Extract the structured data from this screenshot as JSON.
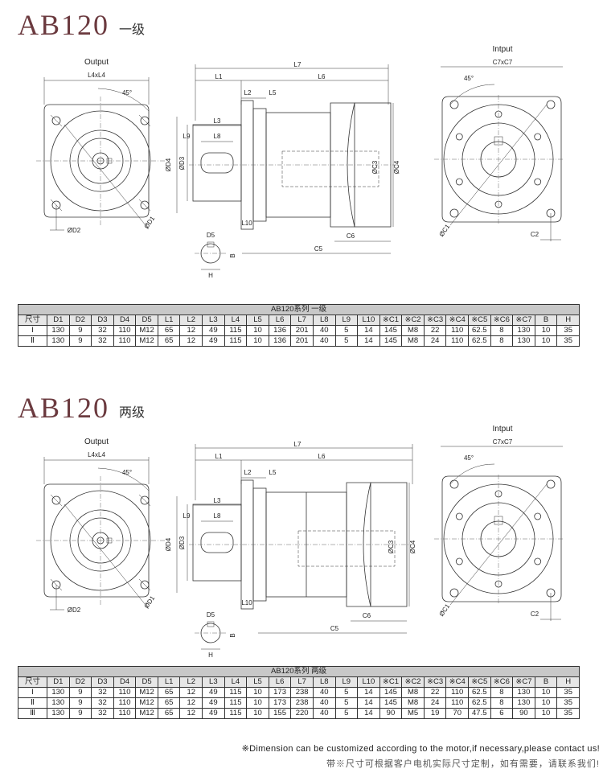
{
  "sections": [
    {
      "title": "AB120",
      "subtitle": "一级",
      "labels": {
        "output": "Output",
        "intput": "Intput",
        "l4xl4": "L4xL4",
        "c7xc7": "C7xC7",
        "angle": "45°",
        "d1": "ØD1",
        "d2": "ØD2",
        "d3": "ØD3",
        "d4": "ØD4",
        "d5": "D5",
        "b": "B",
        "h": "H",
        "c1": "ØC1",
        "c2": "C2",
        "c3": "ØC3",
        "c4": "ØC4",
        "c5": "C5",
        "c6": "C6",
        "l1": "L1",
        "l2": "L2",
        "l3": "L3",
        "l5": "L5",
        "l6": "L6",
        "l7": "L7",
        "l8": "L8",
        "l9": "L9",
        "l10": "L10"
      },
      "table": {
        "caption": "AB120系列 一级",
        "headers": [
          "尺寸",
          "D1",
          "D2",
          "D3",
          "D4",
          "D5",
          "L1",
          "L2",
          "L3",
          "L4",
          "L5",
          "L6",
          "L7",
          "L8",
          "L9",
          "L10",
          "※C1",
          "※C2",
          "※C3",
          "※C4",
          "※C5",
          "※C6",
          "※C7",
          "B",
          "H"
        ],
        "rows": [
          [
            "I",
            "130",
            "9",
            "32",
            "110",
            "M12",
            "65",
            "12",
            "49",
            "115",
            "10",
            "136",
            "201",
            "40",
            "5",
            "14",
            "145",
            "M8",
            "22",
            "110",
            "62.5",
            "8",
            "130",
            "10",
            "35"
          ],
          [
            "Ⅱ",
            "130",
            "9",
            "32",
            "110",
            "M12",
            "65",
            "12",
            "49",
            "115",
            "10",
            "136",
            "201",
            "40",
            "5",
            "14",
            "145",
            "M8",
            "24",
            "110",
            "62.5",
            "8",
            "130",
            "10",
            "35"
          ]
        ]
      }
    },
    {
      "title": "AB120",
      "subtitle": "两级",
      "labels": {
        "output": "Output",
        "intput": "Intput",
        "l4xl4": "L4xL4",
        "c7xc7": "C7xC7",
        "angle": "45°",
        "d1": "ØD1",
        "d2": "ØD2",
        "d3": "ØD3",
        "d4": "ØD4",
        "d5": "D5",
        "b": "B",
        "h": "H",
        "c1": "ØC1",
        "c2": "C2",
        "c3": "ØC3",
        "c4": "ØC4",
        "c5": "C5",
        "c6": "C6",
        "l1": "L1",
        "l2": "L2",
        "l3": "L3",
        "l5": "L5",
        "l6": "L6",
        "l7": "L7",
        "l8": "L8",
        "l9": "L9",
        "l10": "L10"
      },
      "table": {
        "caption": "AB120系列 两级",
        "headers": [
          "尺寸",
          "D1",
          "D2",
          "D3",
          "D4",
          "D5",
          "L1",
          "L2",
          "L3",
          "L4",
          "L5",
          "L6",
          "L7",
          "L8",
          "L9",
          "L10",
          "※C1",
          "※C2",
          "※C3",
          "※C4",
          "※C5",
          "※C6",
          "※C7",
          "B",
          "H"
        ],
        "rows": [
          [
            "I",
            "130",
            "9",
            "32",
            "110",
            "M12",
            "65",
            "12",
            "49",
            "115",
            "10",
            "173",
            "238",
            "40",
            "5",
            "14",
            "145",
            "M8",
            "22",
            "110",
            "62.5",
            "8",
            "130",
            "10",
            "35"
          ],
          [
            "Ⅱ",
            "130",
            "9",
            "32",
            "110",
            "M12",
            "65",
            "12",
            "49",
            "115",
            "10",
            "173",
            "238",
            "40",
            "5",
            "14",
            "145",
            "M8",
            "24",
            "110",
            "62.5",
            "8",
            "130",
            "10",
            "35"
          ],
          [
            "Ⅲ",
            "130",
            "9",
            "32",
            "110",
            "M12",
            "65",
            "12",
            "49",
            "115",
            "10",
            "155",
            "220",
            "40",
            "5",
            "14",
            "90",
            "M5",
            "19",
            "70",
            "47.5",
            "6",
            "90",
            "10",
            "35"
          ]
        ]
      }
    }
  ],
  "footer": {
    "note_en": "※Dimension can be customized according to the motor,if necessary,please contact us!",
    "note_cn": "带※尺寸可根据客户电机实际尺寸定制，如有需要，请联系我们!"
  },
  "colors": {
    "title": "#6b3a3f",
    "table_caption_bg": "#c8c8c8"
  }
}
